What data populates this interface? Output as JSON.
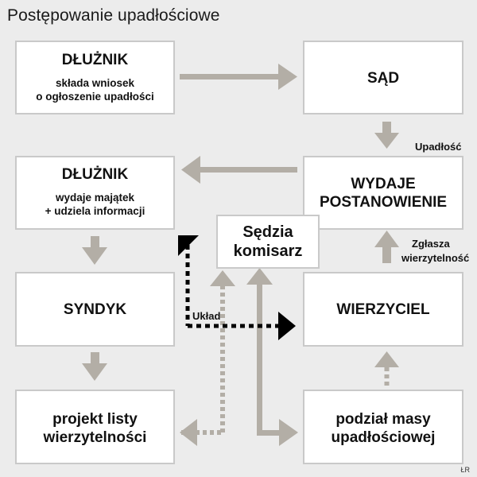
{
  "title": "Postępowanie upadłościowe",
  "boxes": {
    "dluznik1": {
      "heading": "DŁUŻNIK",
      "line1": "składa wniosek",
      "line2": "o ogłoszenie upadłości"
    },
    "sad": {
      "heading": "SĄD"
    },
    "dluznik2": {
      "heading": "DŁUŻNIK",
      "line1": "wydaje majątek",
      "line2": "+ udziela informacji"
    },
    "postanowienie": {
      "line1": "WYDAJE",
      "line2": "POSTANOWIENIE"
    },
    "sedzia": {
      "line1": "Sędzia",
      "line2": "komisarz"
    },
    "syndyk": {
      "heading": "SYNDYK"
    },
    "wierzyciel": {
      "heading": "WIERZYCIEL"
    },
    "projekt": {
      "line1": "projekt listy",
      "line2": "wierzytelności"
    },
    "podzial": {
      "line1": "podział masy",
      "line2": "upadłościowej"
    }
  },
  "labels": {
    "upadlosc": "Upadłość",
    "zglasza1": "Zgłasza",
    "zglasza2": "wierzytelność",
    "uklad": "Układ"
  },
  "credit": "ŁR",
  "colors": {
    "arrow": "#b3aea6",
    "box_border": "#c9c9c9",
    "background": "#ececec",
    "dotted_black": "#000000"
  }
}
